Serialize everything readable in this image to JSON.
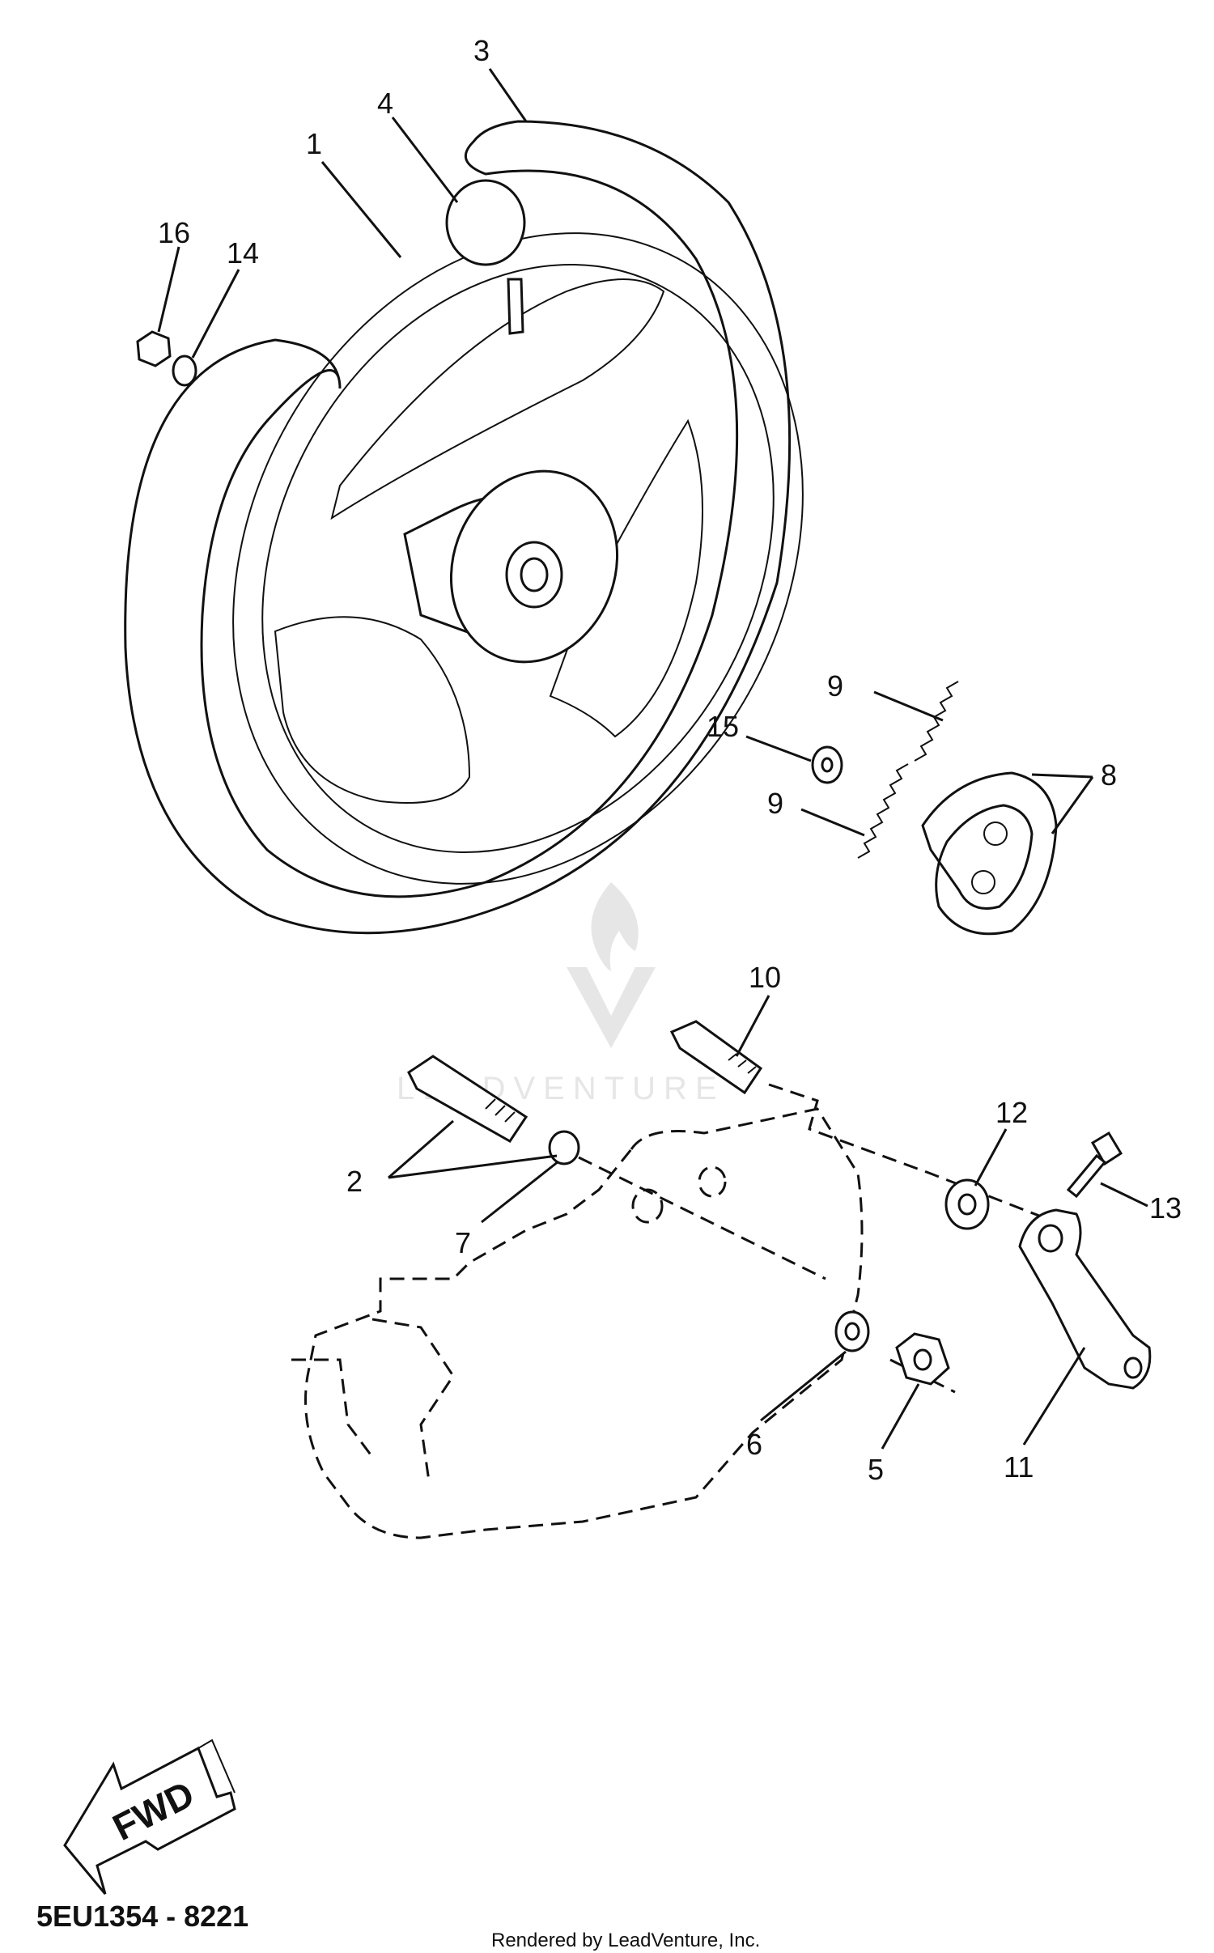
{
  "callouts": [
    "1",
    "2",
    "3",
    "4",
    "5",
    "6",
    "7",
    "8",
    "9",
    "9",
    "10",
    "11",
    "12",
    "13",
    "14",
    "15",
    "16"
  ],
  "fwd_label": "FWD",
  "diagram_code": "5EU1354 - 8221",
  "credit": "Rendered by LeadVenture, Inc.",
  "watermark": "LEADVENTURE"
}
